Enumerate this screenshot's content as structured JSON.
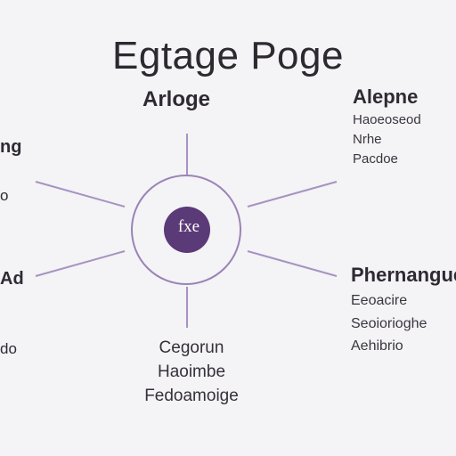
{
  "title": "Egtage Poge",
  "center_label": "fxe",
  "accent_color": "#5b3a78",
  "ring_color": "#8b72a8",
  "nodes": {
    "top_center": {
      "heading": "Arloge"
    },
    "top_right": {
      "heading": "Alepne",
      "lines": [
        "Haoeoseod",
        "Nrhe",
        "Pacdoe"
      ]
    },
    "bottom_right": {
      "heading": "Phernangue",
      "lines": [
        "Eeoacire",
        "Seoiorioghe",
        "Aehibrio"
      ]
    },
    "bottom_center": {
      "lines": [
        "Cegorun",
        "Haoimbe",
        "Fedoamoige"
      ]
    },
    "left_edge": [
      "ng",
      "o",
      "Ad",
      "do"
    ]
  }
}
